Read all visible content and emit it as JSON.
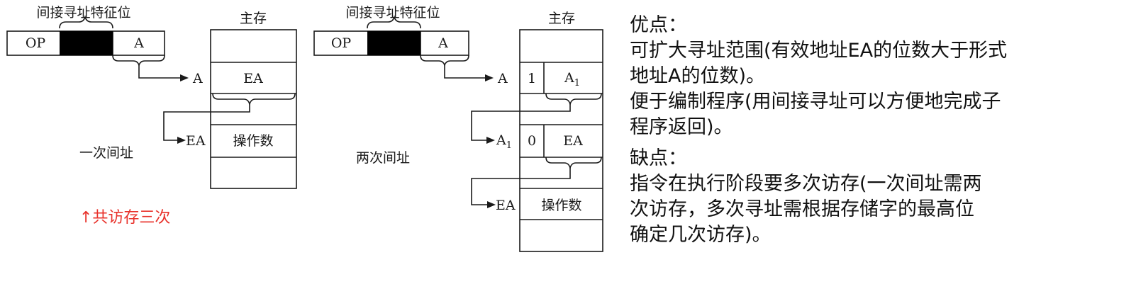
{
  "diagram1": {
    "field_label": "间接寻址特征位",
    "op": "OP",
    "a": "A",
    "memory_title": "主存",
    "row_a_label": "A",
    "row_a_value": "EA",
    "row_ea_label": "EA",
    "row_ea_value": "操作数",
    "caption": "一次间址",
    "note": "↑共访存三次"
  },
  "diagram2": {
    "field_label": "间接寻址特征位",
    "op": "OP",
    "a": "A",
    "memory_title": "主存",
    "row_a_label": "A",
    "row_a_flag": "1",
    "row_a_value_base": "A",
    "row_a_value_sub": "1",
    "row_a1_label_base": "A",
    "row_a1_label_sub": "1",
    "row_a1_flag": "0",
    "row_a1_value": "EA",
    "row_ea_label": "EA",
    "row_ea_value": "操作数",
    "caption": "两次间址"
  },
  "notes": {
    "adv_title": "优点：",
    "adv_lines": [
      "可扩大寻址范围(有效地址EA的位数大于形式",
      "地址A的位数)。",
      "便于编制程序(用间接寻址可以方便地完成子",
      "程序返回)。"
    ],
    "dis_title": "缺点：",
    "dis_lines": [
      "指令在执行阶段要多次访存(一次间址需两",
      "次访存，多次寻址需根据存储字的最高位",
      "确定几次访存)。"
    ]
  }
}
